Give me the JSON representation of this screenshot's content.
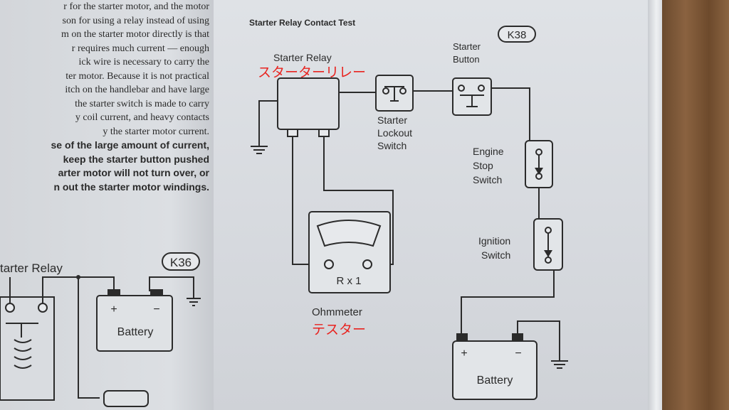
{
  "left_text": [
    "r for the starter motor, and the motor",
    "son for using a relay instead of using",
    "m on the starter motor directly is that",
    "r requires much current — enough",
    "ick wire is necessary to carry the",
    "ter motor.  Because it is not practical",
    "itch on the handlebar and have large",
    "the starter switch is made to carry",
    "y coil current, and heavy contacts",
    "y the starter motor current."
  ],
  "left_bold": [
    "se of the large amount of current,",
    "keep the starter button pushed",
    "arter motor will not turn over, or",
    "n out the starter motor windings."
  ],
  "fig_k36": {
    "badge": "K36",
    "relay_label": "tarter Relay",
    "battery_label": "Battery",
    "plus": "+",
    "minus": "−"
  },
  "fig_k38": {
    "title": "Starter Relay Contact Test",
    "badge": "K38",
    "relay_label": "Starter Relay",
    "relay_jp": "スターターリレー",
    "lockout": [
      "Starter",
      "Lockout",
      "Switch"
    ],
    "button": [
      "Starter",
      "Button"
    ],
    "engine_stop": [
      "Engine",
      "Stop",
      "Switch"
    ],
    "ignition": [
      "Ignition",
      "Switch"
    ],
    "meter_range": "R x 1",
    "ohmmeter": "Ohmmeter",
    "tester_jp": "テスター",
    "battery": "Battery",
    "plus": "+",
    "minus": "−"
  },
  "colors": {
    "ink": "#2b2b2b",
    "annotation": "#e8231f"
  }
}
